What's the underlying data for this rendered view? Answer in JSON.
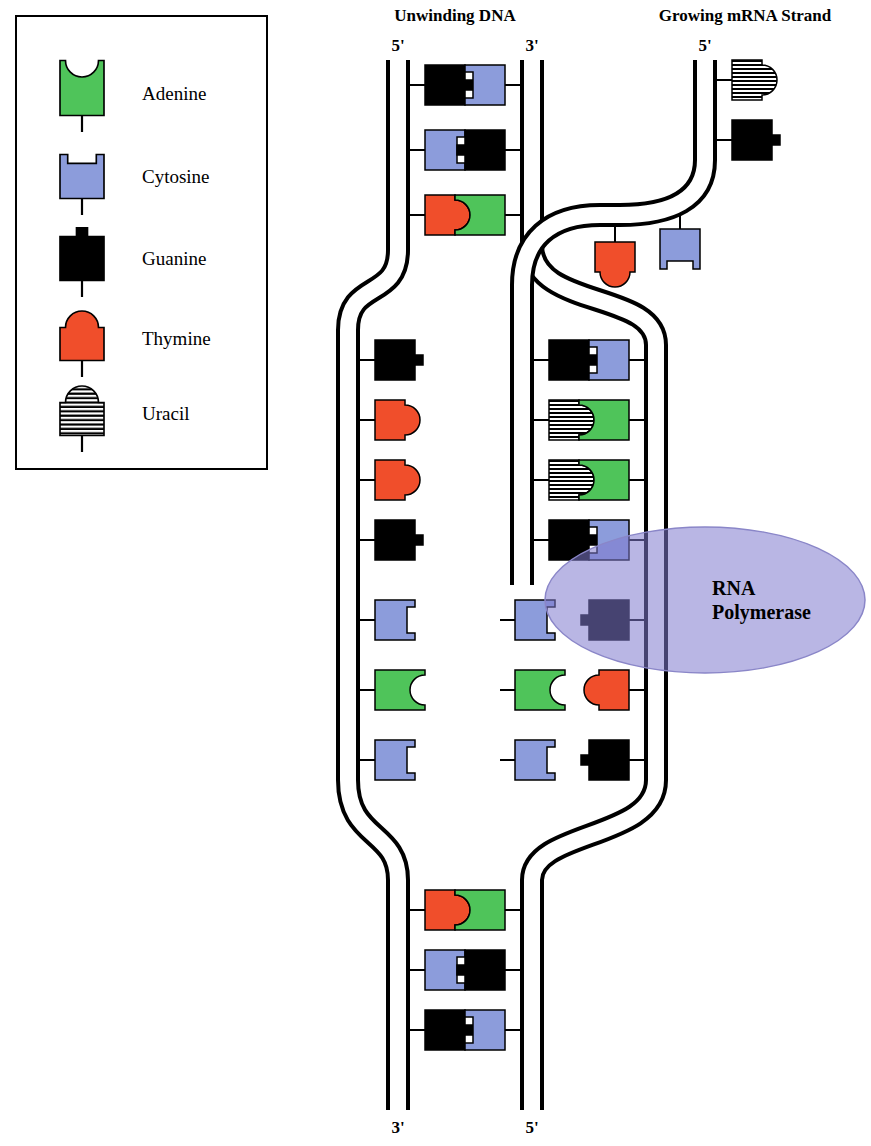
{
  "diagram": {
    "nodes": [
      {
        "text": [
          "RNA Polymerase"
        ]
      }
    ],
    "labels": [
      "Unwinding DNA",
      "Growing mRNA Strand",
      "5'",
      "3'",
      "5'",
      "3'",
      "5'"
    ],
    "legend": [
      {
        "text": "Adenine",
        "color": "#4fc45a"
      },
      {
        "text": "Cytosine",
        "color": "#8c9cdb"
      },
      {
        "text": "Guanine",
        "color": "#000000"
      },
      {
        "text": "Thymine",
        "color": "#f04e2b"
      },
      {
        "text": "Uracil"
      }
    ]
  }
}
